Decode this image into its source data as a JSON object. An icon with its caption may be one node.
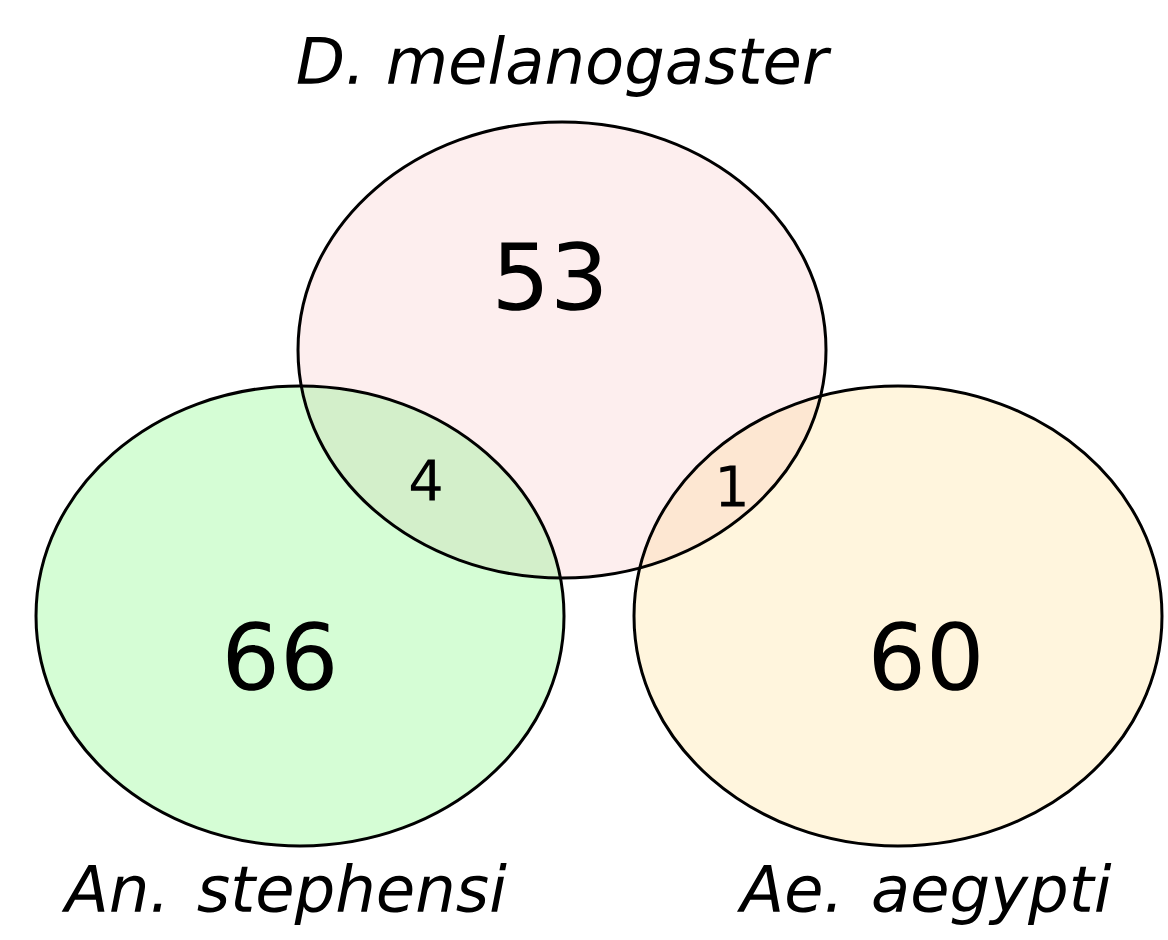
{
  "diagram": {
    "nodes": [
      {
        "text": [
          "D. melanogaster",
          "53"
        ]
      },
      {
        "text": [
          "66",
          "An. stephensi"
        ]
      },
      {
        "text": [
          "60",
          "Ae. aegypti"
        ]
      }
    ],
    "labels": [
      "4",
      "1"
    ]
  }
}
